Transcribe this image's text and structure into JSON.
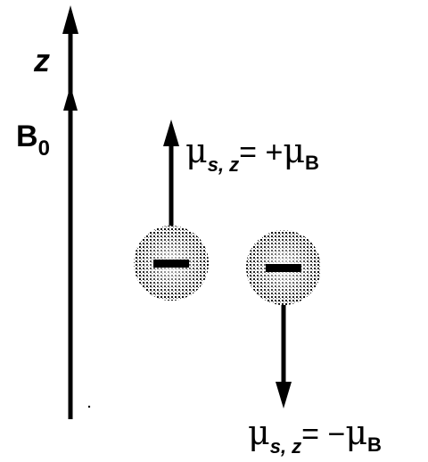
{
  "axis": {
    "label": "z"
  },
  "field": {
    "label": "B",
    "subscript": "0"
  },
  "spin_up": {
    "mu_symbol": "μ",
    "subscript": "s, z",
    "equals_text": "= +",
    "rhs_symbol": "μ",
    "rhs_subscript": "B"
  },
  "spin_down": {
    "mu_symbol": "μ",
    "subscript": "s, z",
    "equals_text": "= −",
    "rhs_symbol": "μ",
    "rhs_subscript": "B"
  },
  "particles": [
    {
      "charge_sign": "−"
    },
    {
      "charge_sign": "−"
    }
  ]
}
